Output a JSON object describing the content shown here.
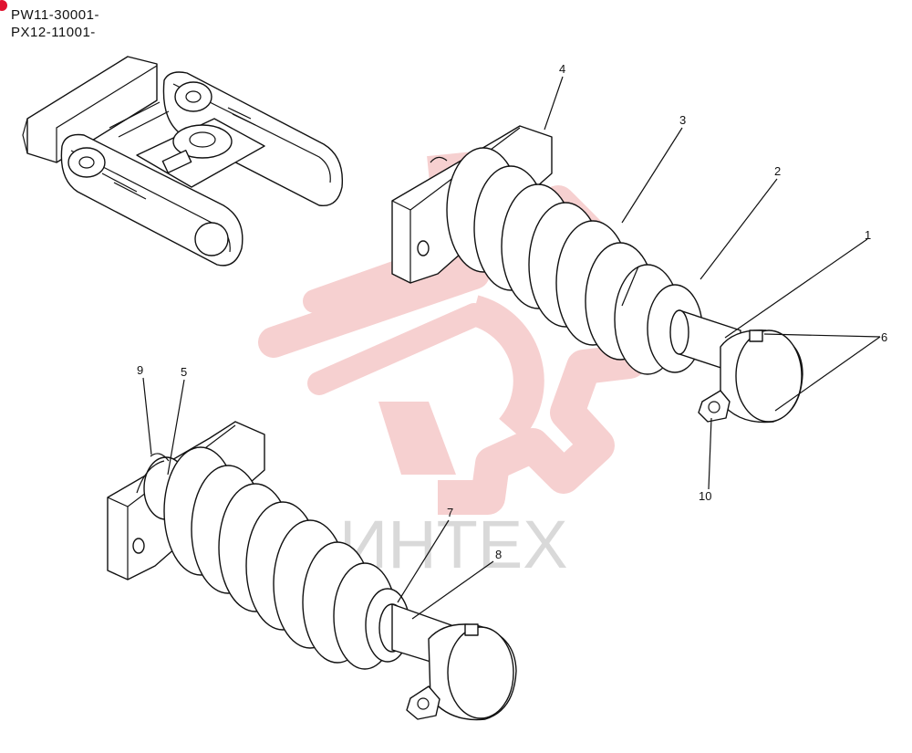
{
  "header": {
    "serial_1": "PW11-30001-",
    "serial_2": "PX12-11001-"
  },
  "colors": {
    "watermark": "#f6cccc",
    "marker": "#e0122f",
    "lines": "#111111"
  },
  "watermark": {
    "text": "ИНТЕХ",
    "logo": "gear-logo"
  },
  "callouts": {
    "c1": "1",
    "c2": "2",
    "c3": "3",
    "c4": "4",
    "c5": "5",
    "c6": "6",
    "c7": "7",
    "c8": "8",
    "c9": "9",
    "c10": "10"
  }
}
